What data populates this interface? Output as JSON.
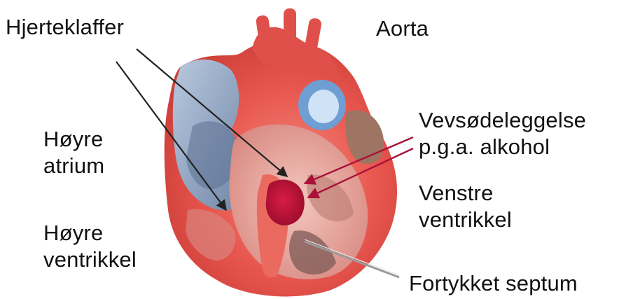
{
  "labels": {
    "hjerteklaffer": "Hjerteklaffer",
    "aorta": "Aorta",
    "hoyre_atrium_1": "Høyre",
    "hoyre_atrium_2": "atrium",
    "hoyre_ventrikkel_1": "Høyre",
    "hoyre_ventrikkel_2": "ventrikkel",
    "vevsodeleggelse_1": "Vevsødeleggelse",
    "vevsodeleggelse_2": "p.g.a. alkohol",
    "venstre_ventrikkel_1": "Venstre",
    "venstre_ventrikkel_2": "ventrikkel",
    "fortykket_septum": "Fortykket septum"
  },
  "colors": {
    "heart_red": "#e8574f",
    "heart_dark": "#c63a37",
    "atrium_blue": "#8fa6c6",
    "damage": "#c2123a",
    "pointer_black": "#222222",
    "pointer_red": "#a8123a",
    "septum_pointer": "#b9b9b9"
  }
}
